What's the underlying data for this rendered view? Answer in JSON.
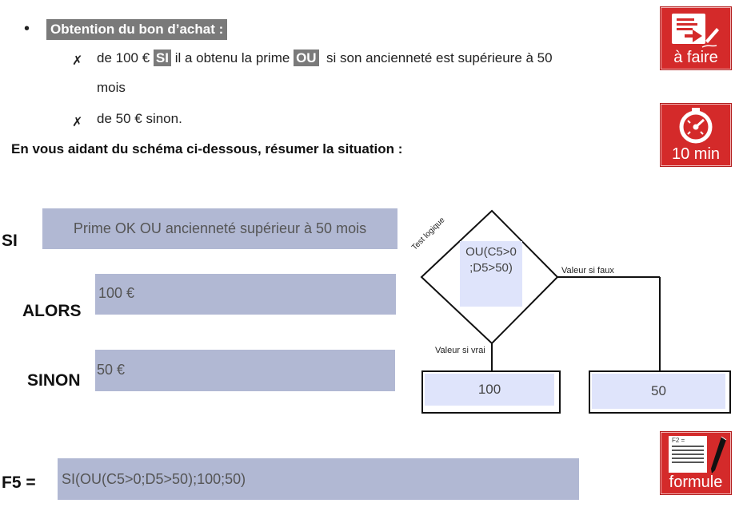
{
  "bullet": {
    "symbol": "•",
    "title": "Obtention du bon d’achat :"
  },
  "item1": {
    "cross": "✗",
    "text_a": "de 100 € ",
    "hl_si": "SI",
    "text_b": " il a obtenu la prime ",
    "hl_ou": "OU",
    "text_c": "  si son ancienneté est supérieure à 50",
    "text_d": "mois"
  },
  "item2": {
    "cross": "✗",
    "text": "de 50 € sinon."
  },
  "instruction": "En vous aidant du schéma ci-dessous, résumer la situation :",
  "form": {
    "si_label": "SI",
    "si_value": "Prime OK OU ancienneté supérieur à 50 mois",
    "alors_label": "ALORS",
    "alors_value": "100 €",
    "sinon_label": "SINON",
    "sinon_value": "50 €",
    "f5_label": "F5 =",
    "f5_value": "SI(OU(C5>0;D5>50);100;50)"
  },
  "diagram": {
    "test_label": "Test logique",
    "test_value_line1": "OU(C5>0",
    "test_value_line2": ";D5>50)",
    "false_label": "Valeur si faux",
    "true_label": "Valeur si vrai",
    "true_value": "100",
    "false_value": "50"
  },
  "badges": {
    "todo": "à faire",
    "timer": "10 min",
    "formula": "formule",
    "formula_sheet_header": "F2 ="
  },
  "colors": {
    "badge_red": "#d42a2a",
    "field_gray": "#b1b8d3",
    "box_light": "#dfe4fb",
    "highlight_gray": "#7a7a7a"
  }
}
